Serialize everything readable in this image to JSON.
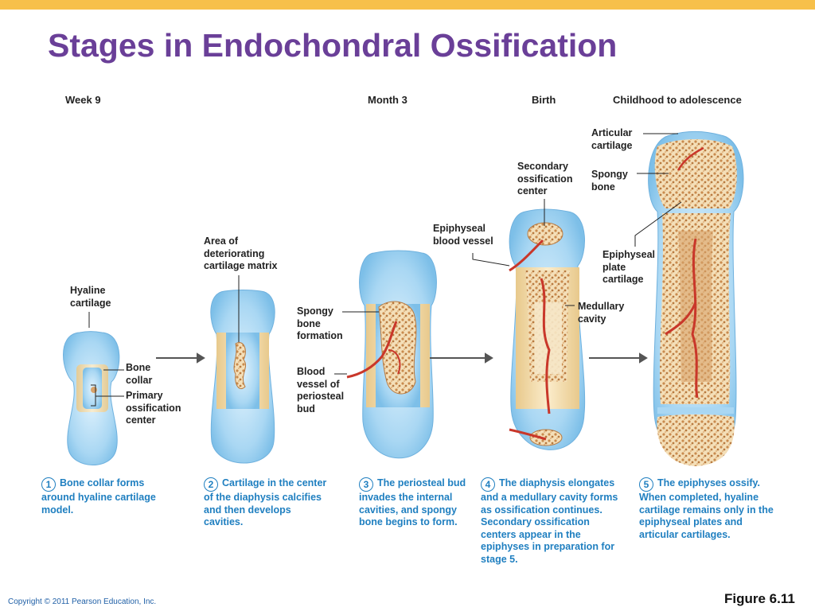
{
  "title": "Stages in Endochondral Ossification",
  "stages": [
    "Week 9",
    "Month 3",
    "Birth",
    "Childhood to adolescence"
  ],
  "labels": {
    "hyaline_cartilage": "Hyaline\ncartilage",
    "bone_collar": "Bone\ncollar",
    "primary_ossification_center": "Primary\nossification\ncenter",
    "area_deteriorating": "Area of\ndeteriorating\ncartilage matrix",
    "spongy_bone_formation": "Spongy\nbone\nformation",
    "blood_vessel_periosteal_bud": "Blood\nvessel of\nperiosteal\nbud",
    "epiphyseal_blood_vessel": "Epiphyseal\nblood vessel",
    "secondary_ossification_center": "Secondary\nossification\ncenter",
    "medullary_cavity": "Medullary\ncavity",
    "articular_cartilage": "Articular\ncartilage",
    "spongy_bone": "Spongy\nbone",
    "epiphyseal_plate_cartilage": "Epiphyseal\nplate\ncartilage"
  },
  "steps": [
    {
      "num": "1",
      "text": "Bone collar forms around hyaline cartilage model."
    },
    {
      "num": "2",
      "text": "Cartilage in the center of the diaphysis calcifies and then develops cavities."
    },
    {
      "num": "3",
      "text": "The periosteal bud invades the internal cavities, and spongy bone begins to form."
    },
    {
      "num": "4",
      "text": "The diaphysis elongates and a medullary cavity forms as ossification continues. Secondary ossification centers appear in the epiphyses in preparation for stage 5."
    },
    {
      "num": "5",
      "text": "The epiphyses ossify. When completed, hyaline cartilage remains only in the epiphyseal plates and articular cartilages."
    }
  ],
  "copyright": "Copyright © 2011 Pearson Education, Inc.",
  "figure": "Figure 6.11",
  "colors": {
    "title": "#6a3f98",
    "cartilage": "#a9d7f3",
    "bone_collar": "#f3dcaa",
    "spongy": "#d9a36a",
    "vessel": "#c9372a",
    "step_text": "#1f7fc0",
    "top_bar": "#f7c04a"
  }
}
